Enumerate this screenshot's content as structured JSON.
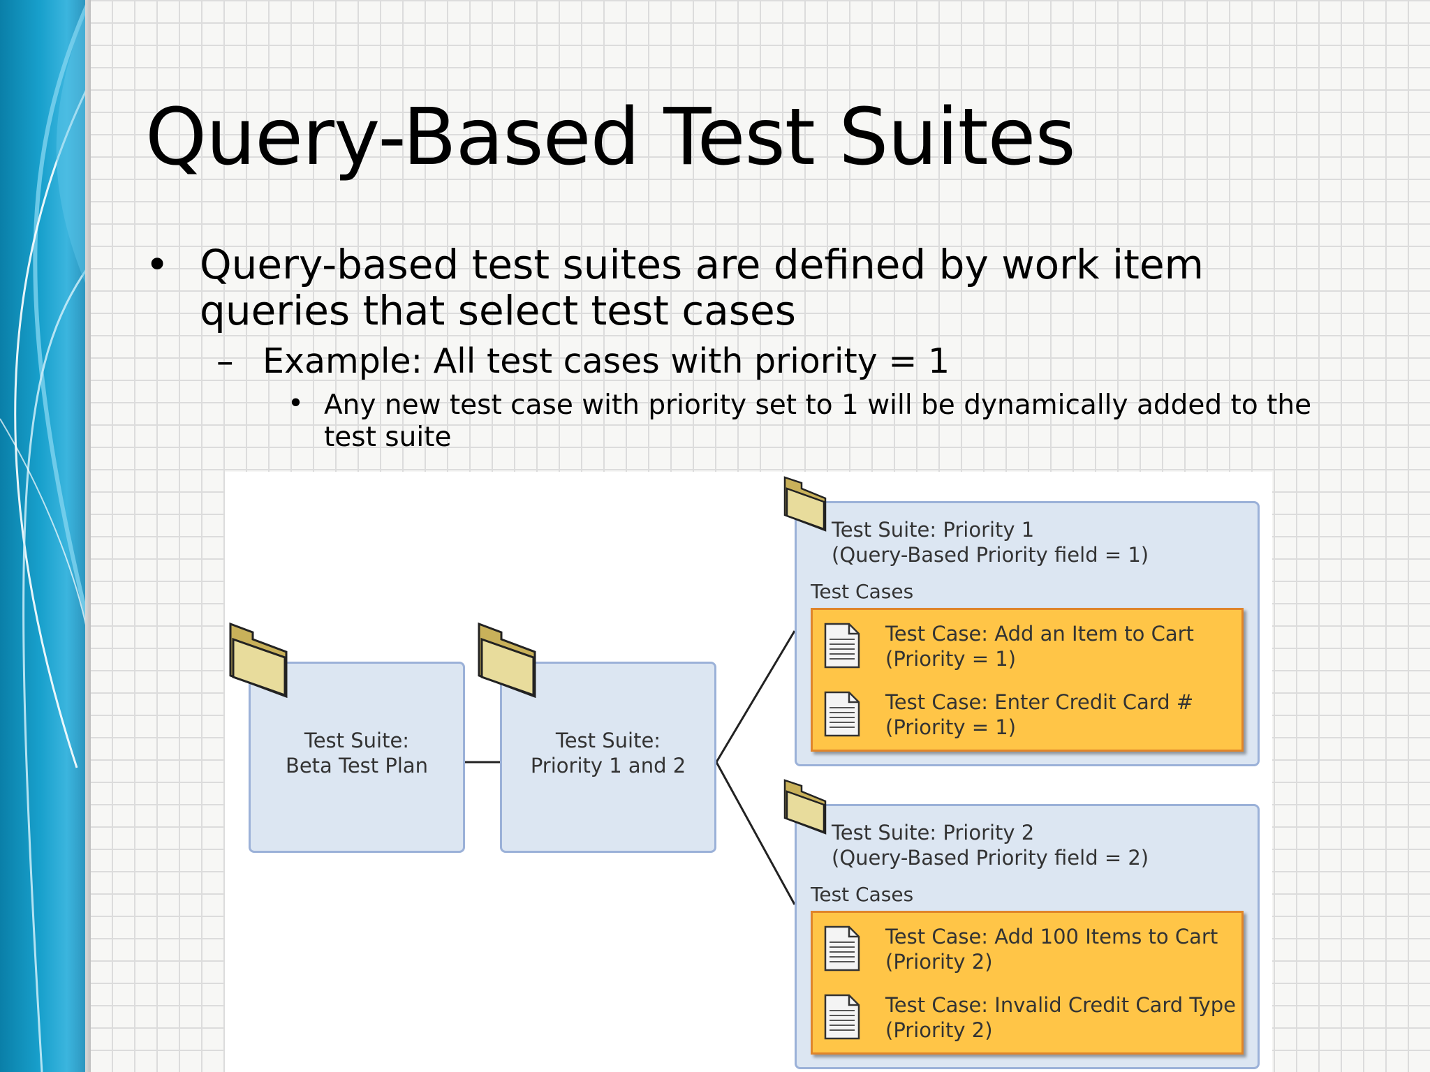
{
  "slide": {
    "title": "Query-Based Test Suites",
    "bullets": {
      "level1": {
        "marker": "•",
        "text": "Query-based test suites are defined by work item queries that select test cases"
      },
      "level2": {
        "marker": "–",
        "text": "Example:  All test cases with priority = 1"
      },
      "level3": {
        "marker": "•",
        "text": "Any new test case with priority set to 1 will be dynamically added to the test suite"
      }
    }
  },
  "diagram": {
    "beta_suite": {
      "line1": "Test Suite:",
      "line2": "Beta Test Plan"
    },
    "priority_suite": {
      "line1": "Test Suite:",
      "line2": "Priority 1 and 2"
    },
    "groups": [
      {
        "title": "Test Suite: Priority 1",
        "query": "(Query-Based Priority field = 1)",
        "cases_label": "Test Cases",
        "cases": [
          {
            "title": "Test Case: Add an Item to Cart",
            "priority": "(Priority = 1)"
          },
          {
            "title": "Test Case: Enter Credit Card #",
            "priority": "(Priority = 1)"
          }
        ]
      },
      {
        "title": "Test Suite: Priority 2",
        "query": "(Query-Based Priority field = 2)",
        "cases_label": "Test Cases",
        "cases": [
          {
            "title": "Test Case: Add 100 Items to Cart",
            "priority": "(Priority 2)"
          },
          {
            "title": "Test Case: Invalid Credit Card Type",
            "priority": "(Priority 2)"
          }
        ]
      }
    ],
    "icons": {
      "folder": "folder-icon",
      "document": "document-icon"
    }
  },
  "colors": {
    "suite_fill": "#dce6f2",
    "suite_border": "#9bb1d8",
    "case_fill": "#ffc547",
    "case_border": "#e0852a",
    "sidebar": "#18a0cc"
  }
}
